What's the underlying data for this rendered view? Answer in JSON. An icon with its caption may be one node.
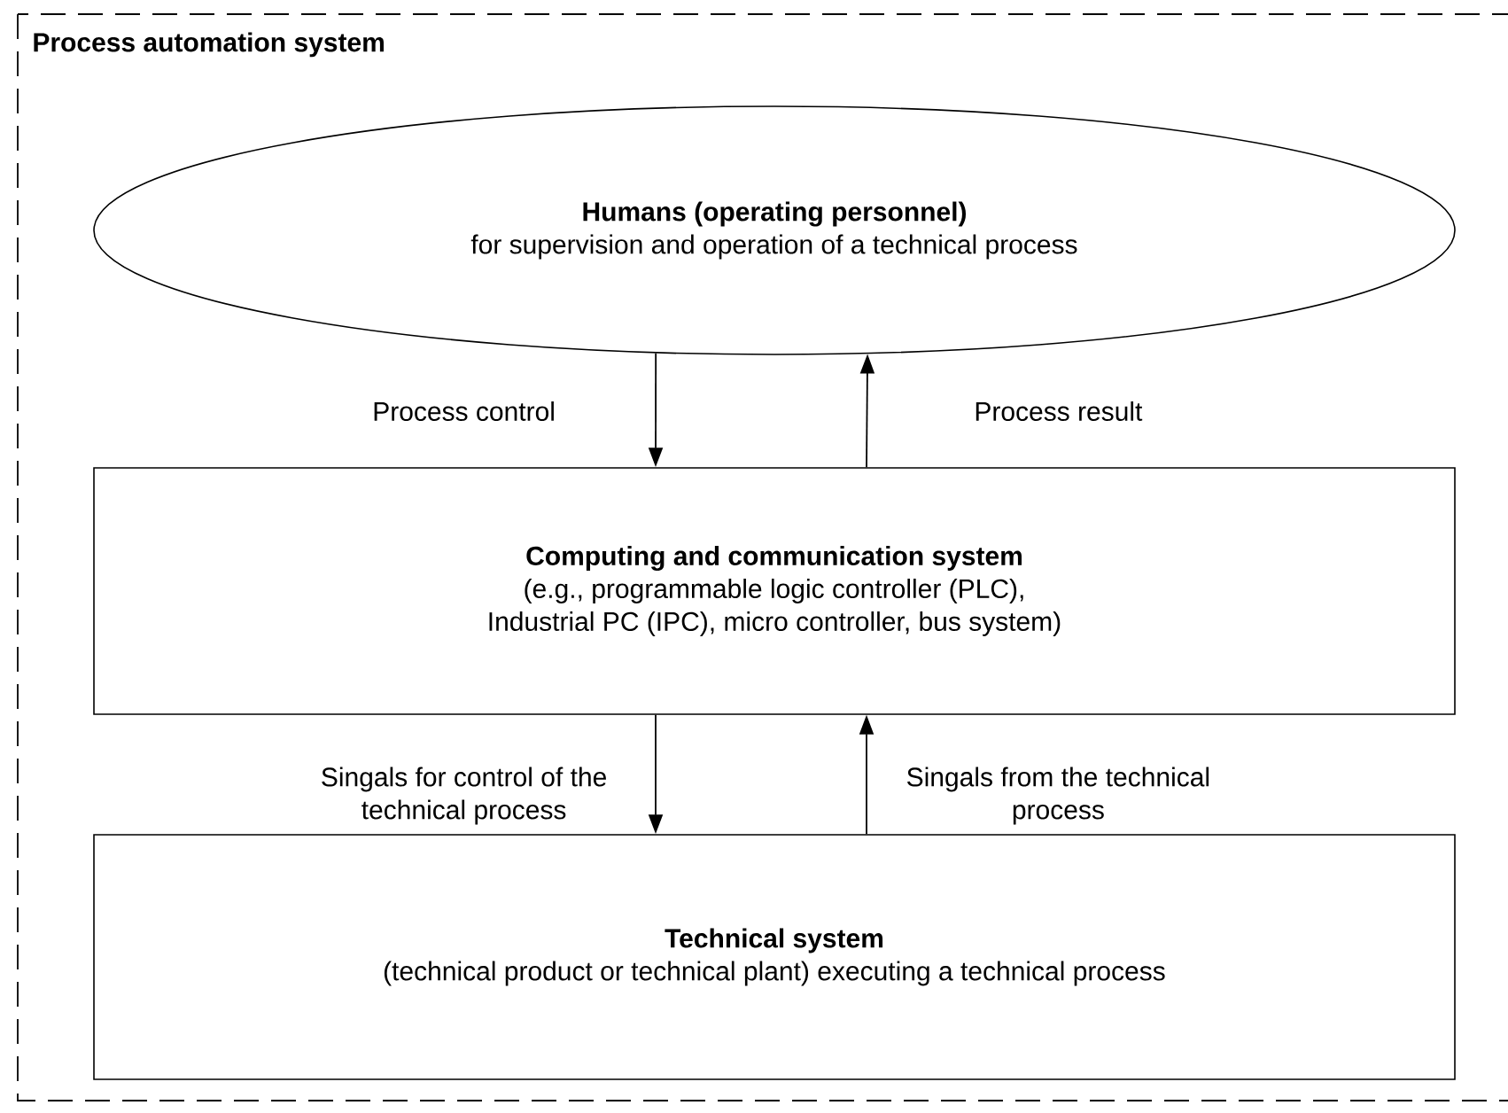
{
  "diagram": {
    "nodes": [
      {
        "text": [
          "Process automation system"
        ]
      },
      {
        "text": [
          "Humans (operating personnel)",
          "for supervision and operation of a technical process"
        ],
        "in": 0
      },
      {
        "text": [
          "Computing and communication system",
          "(e.g., programmable logic controller (PLC), Industrial PC (IPC), micro controller, bus system)"
        ],
        "in": 0
      },
      {
        "text": [
          "Technical system",
          "(technical product or technical plant) executing a technical process"
        ],
        "in": 0
      }
    ],
    "edges": [
      {
        "from": 1,
        "to": 2,
        "arrow": "to",
        "label": "Process control"
      },
      {
        "from": 2,
        "to": 1,
        "arrow": "to",
        "label": "Process result"
      },
      {
        "from": 2,
        "to": 3,
        "arrow": "to",
        "label": "Singals for control of the technical process"
      },
      {
        "from": 3,
        "to": 2,
        "arrow": "to",
        "label": "Singals from the technical process"
      }
    ]
  }
}
